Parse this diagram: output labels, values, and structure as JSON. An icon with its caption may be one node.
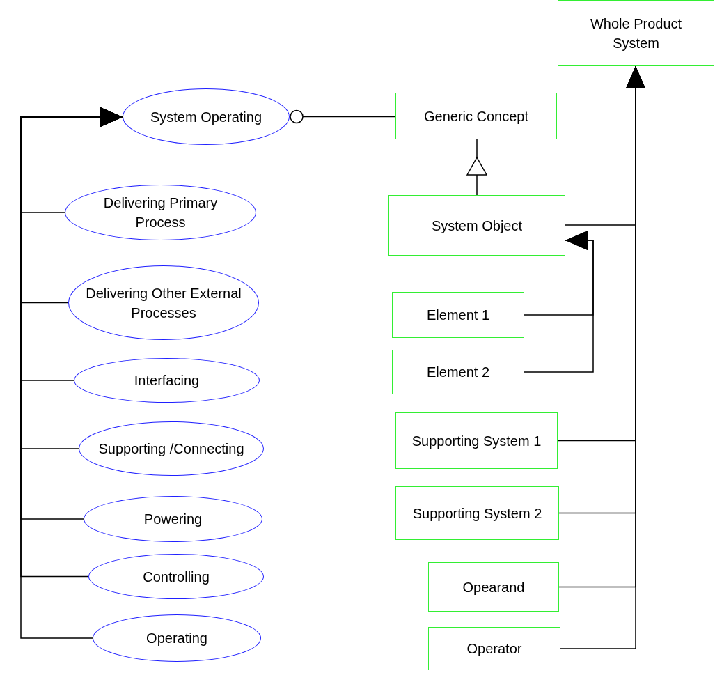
{
  "diagram": {
    "nodes": [
      {
        "text": [
          "System Operating"
        ]
      },
      {
        "text": [
          "Delivering Primary Process"
        ]
      },
      {
        "text": [
          "Delivering Other External Processes"
        ]
      },
      {
        "text": [
          "Interfacing"
        ]
      },
      {
        "text": [
          "Supporting /Connecting"
        ]
      },
      {
        "text": [
          "Powering"
        ]
      },
      {
        "text": [
          "Controlling"
        ]
      },
      {
        "text": [
          "Operating"
        ]
      },
      {
        "text": [
          "Whole Product System"
        ]
      },
      {
        "text": [
          "Generic Concept"
        ]
      },
      {
        "text": [
          "System Object"
        ]
      },
      {
        "text": [
          "Element 1"
        ]
      },
      {
        "text": [
          "Element 2"
        ]
      },
      {
        "text": [
          "Supporting System 1"
        ]
      },
      {
        "text": [
          "Supporting System 2"
        ]
      },
      {
        "text": [
          "Opearand"
        ]
      },
      {
        "text": [
          "Operator"
        ]
      }
    ],
    "edges": [
      {
        "from": 0,
        "to": 9,
        "arrow": "other"
      },
      {
        "from": 1,
        "to": 0,
        "arrow": "to"
      },
      {
        "from": 2,
        "to": 0,
        "arrow": "to"
      },
      {
        "from": 3,
        "to": 0,
        "arrow": "to"
      },
      {
        "from": 4,
        "to": 0,
        "arrow": "to"
      },
      {
        "from": 5,
        "to": 0,
        "arrow": "to"
      },
      {
        "from": 6,
        "to": 0,
        "arrow": "to"
      },
      {
        "from": 7,
        "to": 0,
        "arrow": "to"
      },
      {
        "from": 10,
        "to": 9,
        "arrow": "to"
      },
      {
        "from": 11,
        "to": 10,
        "arrow": "to"
      },
      {
        "from": 12,
        "to": 10,
        "arrow": "to"
      },
      {
        "from": 10,
        "to": 8,
        "arrow": "to"
      },
      {
        "from": 13,
        "to": 8,
        "arrow": "to"
      },
      {
        "from": 14,
        "to": 8,
        "arrow": "to"
      },
      {
        "from": 15,
        "to": 8,
        "arrow": "to"
      },
      {
        "from": 16,
        "to": 8,
        "arrow": "to"
      }
    ]
  }
}
